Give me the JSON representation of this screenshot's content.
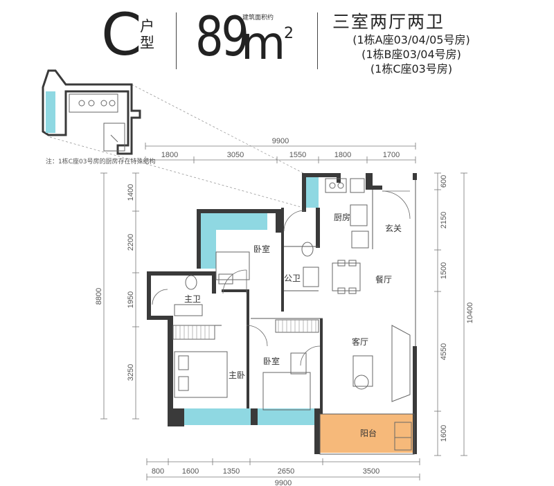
{
  "header": {
    "unit_letter": "C",
    "unit_suffix": "户型",
    "area_value": "89",
    "area_caption": "建筑面积约",
    "area_unit": "m",
    "area_unit_sup": "2",
    "layout_title": "三室两厅两卫",
    "buildings": [
      "(1栋A座03/04/05号房)",
      "(1栋B座03/04号房)",
      "(1栋C座03号房)"
    ]
  },
  "note": "注：1栋C座03号房的厨房存在特殊结构",
  "dimensions": {
    "top_total": "9900",
    "top": [
      "1800",
      "3050",
      "1550",
      "1800",
      "1700"
    ],
    "bottom_total": "9900",
    "bottom": [
      "800",
      "1600",
      "1350",
      "2650",
      "3500"
    ],
    "left_total": "8800",
    "left": [
      "1400",
      "2200",
      "1950",
      "3250"
    ],
    "right_total": "10400",
    "right": [
      "600",
      "2150",
      "1500",
      "4550",
      "1600"
    ]
  },
  "rooms": {
    "kitchen": "厨房",
    "foyer": "玄关",
    "bedroom_north": "卧室",
    "public_bath": "公卫",
    "dining": "餐厅",
    "master_bath": "主卫",
    "living": "客厅",
    "master_bedroom": "主卧",
    "bedroom_south": "卧室",
    "balcony": "阳台"
  },
  "colors": {
    "wall": "#3a3a3a",
    "window": "#8fd8e2",
    "balcony": "#f6b97a",
    "dim_line": "#666666"
  }
}
